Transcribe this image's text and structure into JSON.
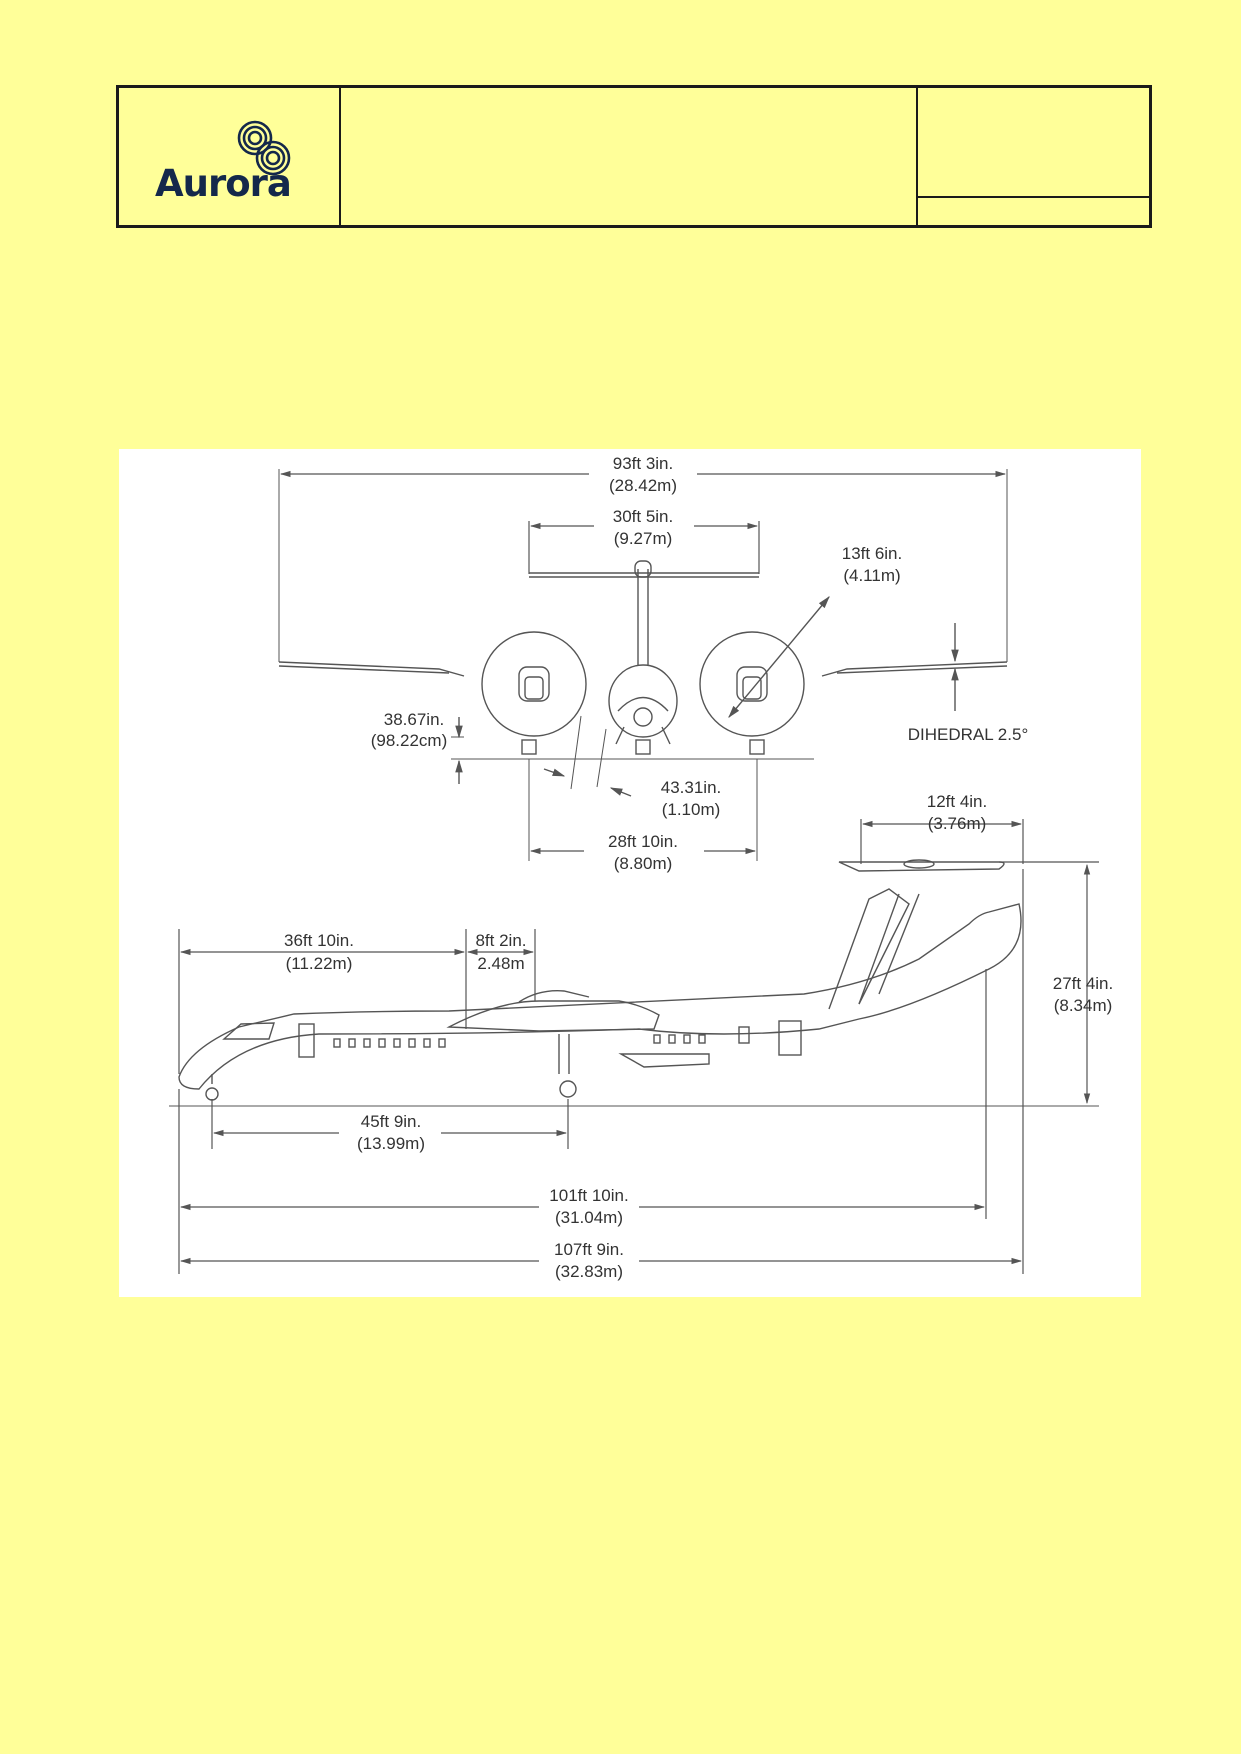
{
  "header": {
    "logo_text": "Aurora",
    "title": "",
    "ref_top": "",
    "ref_bottom": ""
  },
  "colors": {
    "page_background": "#FFFF99",
    "brand_navy": "#14284B",
    "line": "#555555"
  },
  "front_view": {
    "span": {
      "ft": "93ft 3in.",
      "m": "(28.42m)"
    },
    "tailplane_span": {
      "ft": "30ft 5in.",
      "m": "(9.27m)"
    },
    "prop_diameter": {
      "ft": "13ft 6in.",
      "m": "(4.11m)"
    },
    "prop_clearance": {
      "in": "38.67in.",
      "cm": "(98.22cm)"
    },
    "fuselage_clearance": {
      "in": "43.31in.",
      "m": "(1.10m)"
    },
    "wheel_track": {
      "ft": "28ft 10in.",
      "m": "(8.80m)"
    },
    "dihedral": "DIHEDRAL 2.5°"
  },
  "side_view": {
    "fin_chord": {
      "ft": "12ft 4in.",
      "m": "(3.76m)"
    },
    "nose_to_wing": {
      "ft": "36ft 10in.",
      "m": "(11.22m)"
    },
    "wing_chord": {
      "ft": "8ft 2in.",
      "m": "2.48m"
    },
    "height": {
      "ft": "27ft 4in.",
      "m": "(8.34m)"
    },
    "wheelbase": {
      "ft": "45ft 9in.",
      "m": "(13.99m)"
    },
    "fuselage_length": {
      "ft": "101ft 10in.",
      "m": "(31.04m)"
    },
    "overall_length": {
      "ft": "107ft 9in.",
      "m": "(32.83m)"
    }
  }
}
